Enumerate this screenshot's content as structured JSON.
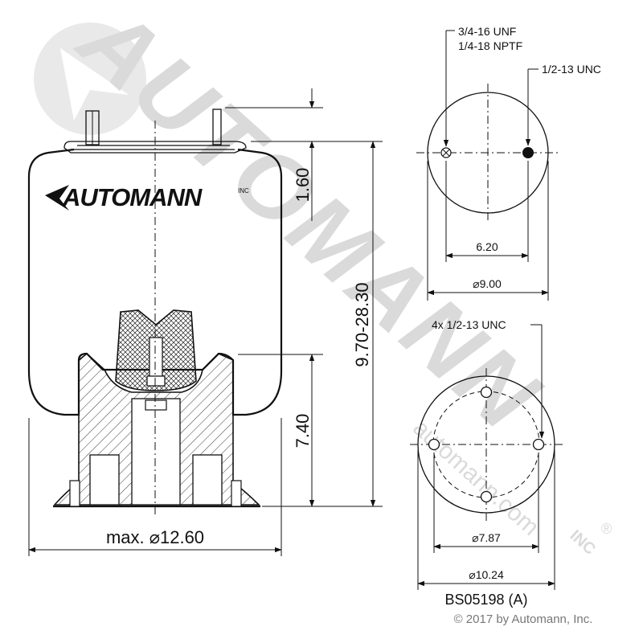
{
  "watermark": {
    "brand": "AUTOMANN",
    "url": "automann.com",
    "registered": "®",
    "inc_mark": "INC"
  },
  "logo_on_part": {
    "text": "AUTOMANN",
    "suffix": "INC"
  },
  "side_view": {
    "top_height": "1.60",
    "overall_height": "9.70-28.30",
    "piston_height": "7.40",
    "max_diameter": "max. ⌀12.60"
  },
  "top_view": {
    "port_thread_1": "3/4-16 UNF",
    "port_thread_2": "1/4-18 NPTF",
    "stud_thread": "1/2-13 UNC",
    "stud_spacing": "6.20",
    "plate_diameter": "⌀9.00"
  },
  "bottom_view": {
    "holes_thread": "4x 1/2-13 UNC",
    "bolt_circle": "⌀7.87",
    "base_diameter": "⌀10.24"
  },
  "part_number": "BS05198 (A)",
  "copyright": "© 2017 by Automann, Inc."
}
